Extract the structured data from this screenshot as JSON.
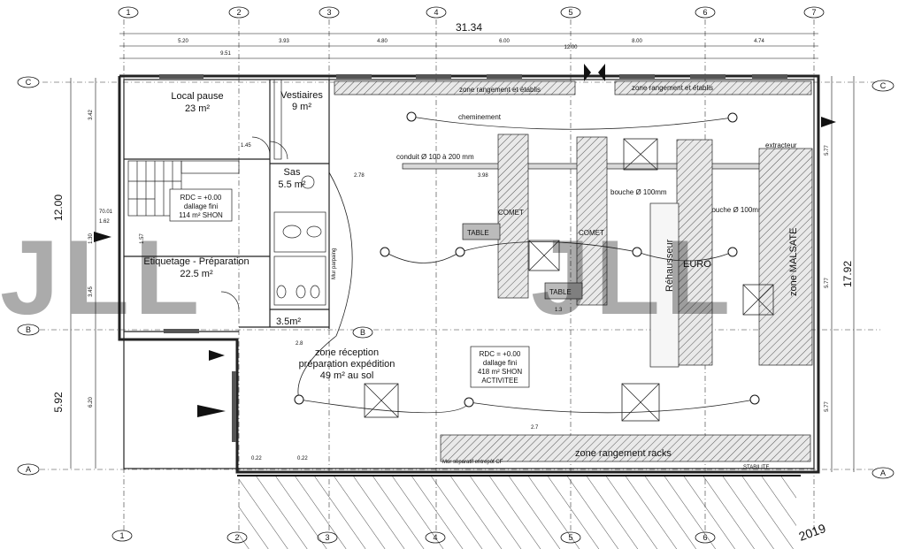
{
  "overall_width": "31.34",
  "overall_depth": "17.92",
  "left_dim_1": "12.00",
  "left_dim_2": "5.92",
  "top_dims": [
    "5.20",
    "3.93",
    "4.80",
    "6.00",
    "8.00",
    "4.74"
  ],
  "top_dims_2": [
    "9.51",
    "12.00"
  ],
  "grid_numbers": [
    "1",
    "2",
    "3",
    "4",
    "5",
    "6",
    "7"
  ],
  "grid_letters": [
    "A",
    "B",
    "C"
  ],
  "rooms": {
    "local_pause": {
      "name": "Local pause",
      "area": "23 m²"
    },
    "vestiaires": {
      "name": "Vestiaires",
      "area": "9 m²"
    },
    "sas": {
      "name": "Sas",
      "area": "5.5 m²"
    },
    "etiquetage": {
      "name": "Etiquetage - Préparation",
      "area": "22.5 m²"
    },
    "small_room": {
      "area": "3.5m²"
    },
    "reception": {
      "line1": "zone réception",
      "line2": "préparation expédition",
      "line3": "49 m² au sol"
    }
  },
  "rdc_left": {
    "line1": "RDC = +0.00",
    "line2": "dallage fini",
    "line3": "114 m² SHON"
  },
  "rdc_right": {
    "line1": "RDC = +0.00",
    "line2": "dallage fini",
    "line3": "418 m² SHON",
    "line4": "ACTIVITEE"
  },
  "labels": {
    "zone_rangement_1": "zone rangement et établis",
    "zone_rangement_2": "zone rangement et établis",
    "cheminement": "cheminement",
    "conduit": "conduit Ø 100 à 200 mm",
    "bouche_1": "bouche Ø 100mm",
    "bouche_2": "bouche Ø 100mm",
    "extracteur": "extracteur",
    "comet_1": "COMET",
    "comet_2": "COMET",
    "table_1": "TABLE",
    "table_2": "TABLE",
    "rehausseur": "Réhausseur",
    "euro": "EURO",
    "zone_malsate": "zone MALSATE",
    "zone_racks": "zone rangement racks",
    "mur_separatif": "Mur séparatif entrepôt CF",
    "mur_parpaing": "Mur parpaing",
    "stabilite": "STABILITE",
    "year": "2019",
    "elev_1": "70.01",
    "elev_2": "1.62"
  },
  "small_dims": [
    "3.42",
    "3.45",
    "6.20",
    "1.30",
    "1.57",
    "1.45",
    "2.78",
    "3.98",
    "5.77",
    "5.77",
    "5.77",
    "2.7",
    "0.22",
    "0.22",
    "2.8",
    "1.3"
  ],
  "watermark": "JLL",
  "colors": {
    "line": "#111111",
    "hatch": "#555555",
    "hatch_fill": "#e9e9e9",
    "wall": "#222222"
  }
}
